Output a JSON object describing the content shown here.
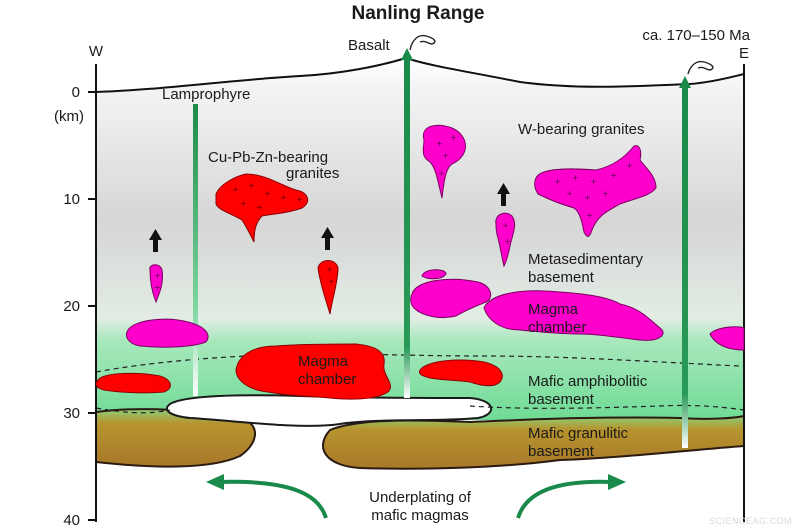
{
  "title": "Nanling Range",
  "age": "ca. 170–150 Ma",
  "directions": {
    "west": "W",
    "east": "E"
  },
  "depth_axis": {
    "unit": "(km)",
    "ticks": [
      "0",
      "10",
      "20",
      "30",
      "40"
    ]
  },
  "labels": {
    "basalt": "Basalt",
    "lamprophyre": "Lamprophyre",
    "cu_granites_line1": "Cu-Pb-Zn-bearing",
    "cu_granites_line2": "granites",
    "w_granites": "W-bearing granites",
    "metased_line1": "Metasedimentary",
    "metased_line2": "basement",
    "magma_chamber_right_line1": "Magma",
    "magma_chamber_right_line2": "chamber",
    "magma_chamber_left_line1": "Magma",
    "magma_chamber_left_line2": "chamber",
    "mafic_amph_line1": "Mafic amphibolitic",
    "mafic_amph_line2": "basement",
    "mafic_gran_line1": "Mafic granulitic",
    "mafic_gran_line2": "basement",
    "underplating_line1": "Underplating of",
    "underplating_line2": "mafic magmas"
  },
  "watermark": "SCIENCEAG.COM",
  "colors": {
    "red_granite": "#ff0000",
    "magenta_granite": "#ff00cc",
    "green_conduit": "#1a8a4a",
    "granulitic": "#b8862e",
    "amphibolitic": "#7fe0a0"
  }
}
